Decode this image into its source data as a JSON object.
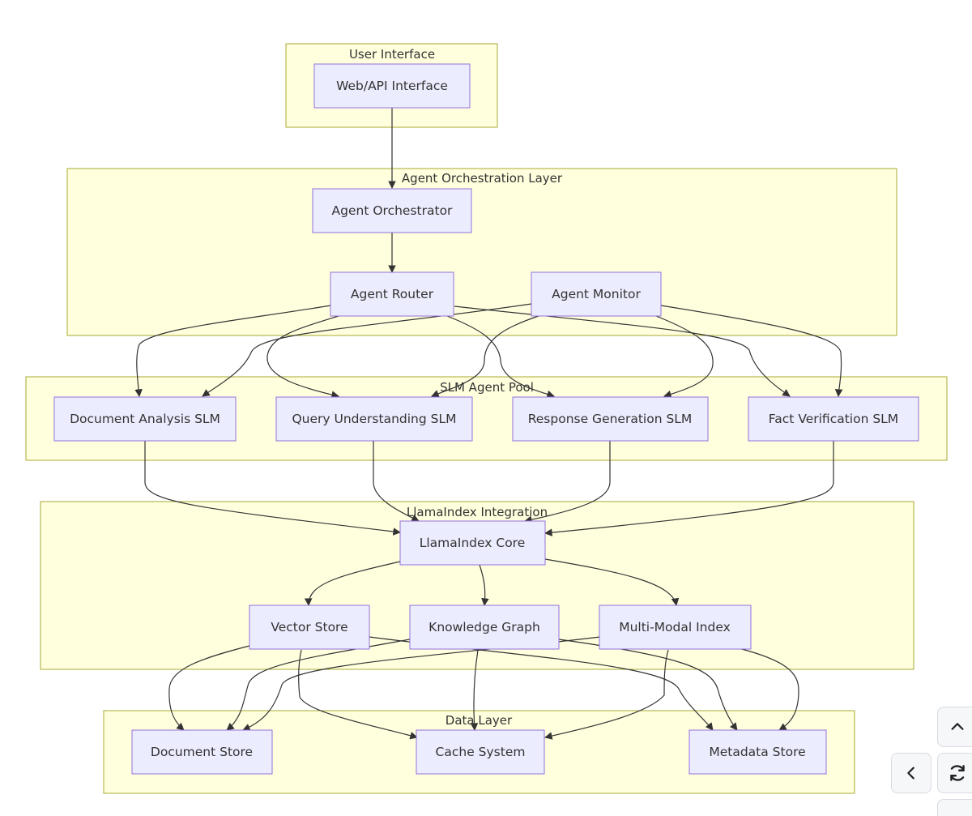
{
  "diagram": {
    "clusters": {
      "ui": "User Interface",
      "orchestration": "Agent Orchestration Layer",
      "slm_pool": "SLM Agent Pool",
      "llamaindex": "LlamaIndex Integration",
      "data": "Data Layer"
    },
    "nodes": {
      "web_api": "Web/API Interface",
      "orchestrator": "Agent Orchestrator",
      "router": "Agent Router",
      "monitor": "Agent Monitor",
      "doc_slm": "Document Analysis SLM",
      "query_slm": "Query Understanding SLM",
      "response_slm": "Response Generation SLM",
      "fact_slm": "Fact Verification SLM",
      "llama_core": "LlamaIndex Core",
      "vector_store": "Vector Store",
      "knowledge_graph": "Knowledge Graph",
      "multimodal_index": "Multi-Modal Index",
      "document_store": "Document Store",
      "cache_system": "Cache System",
      "metadata_store": "Metadata Store"
    },
    "edges": [
      [
        "web_api",
        "orchestrator"
      ],
      [
        "orchestrator",
        "router"
      ],
      [
        "router",
        "doc_slm"
      ],
      [
        "router",
        "query_slm"
      ],
      [
        "router",
        "response_slm"
      ],
      [
        "router",
        "fact_slm"
      ],
      [
        "monitor",
        "doc_slm"
      ],
      [
        "monitor",
        "query_slm"
      ],
      [
        "monitor",
        "response_slm"
      ],
      [
        "monitor",
        "fact_slm"
      ],
      [
        "doc_slm",
        "llama_core"
      ],
      [
        "query_slm",
        "llama_core"
      ],
      [
        "response_slm",
        "llama_core"
      ],
      [
        "fact_slm",
        "llama_core"
      ],
      [
        "llama_core",
        "vector_store"
      ],
      [
        "llama_core",
        "knowledge_graph"
      ],
      [
        "llama_core",
        "multimodal_index"
      ],
      [
        "vector_store",
        "document_store"
      ],
      [
        "vector_store",
        "cache_system"
      ],
      [
        "vector_store",
        "metadata_store"
      ],
      [
        "knowledge_graph",
        "document_store"
      ],
      [
        "knowledge_graph",
        "cache_system"
      ],
      [
        "knowledge_graph",
        "metadata_store"
      ],
      [
        "multimodal_index",
        "document_store"
      ],
      [
        "multimodal_index",
        "cache_system"
      ],
      [
        "multimodal_index",
        "metadata_store"
      ]
    ]
  },
  "controls": {
    "up_icon": "chevron-up-icon",
    "left_icon": "chevron-left-icon",
    "reset_icon": "refresh-icon",
    "down_icon": "chevron-down-icon"
  },
  "colors": {
    "cluster_fill": "#ffffde",
    "cluster_stroke": "#aaaa33",
    "node_fill": "#ececff",
    "node_stroke": "#9370db",
    "edge": "#333333"
  }
}
